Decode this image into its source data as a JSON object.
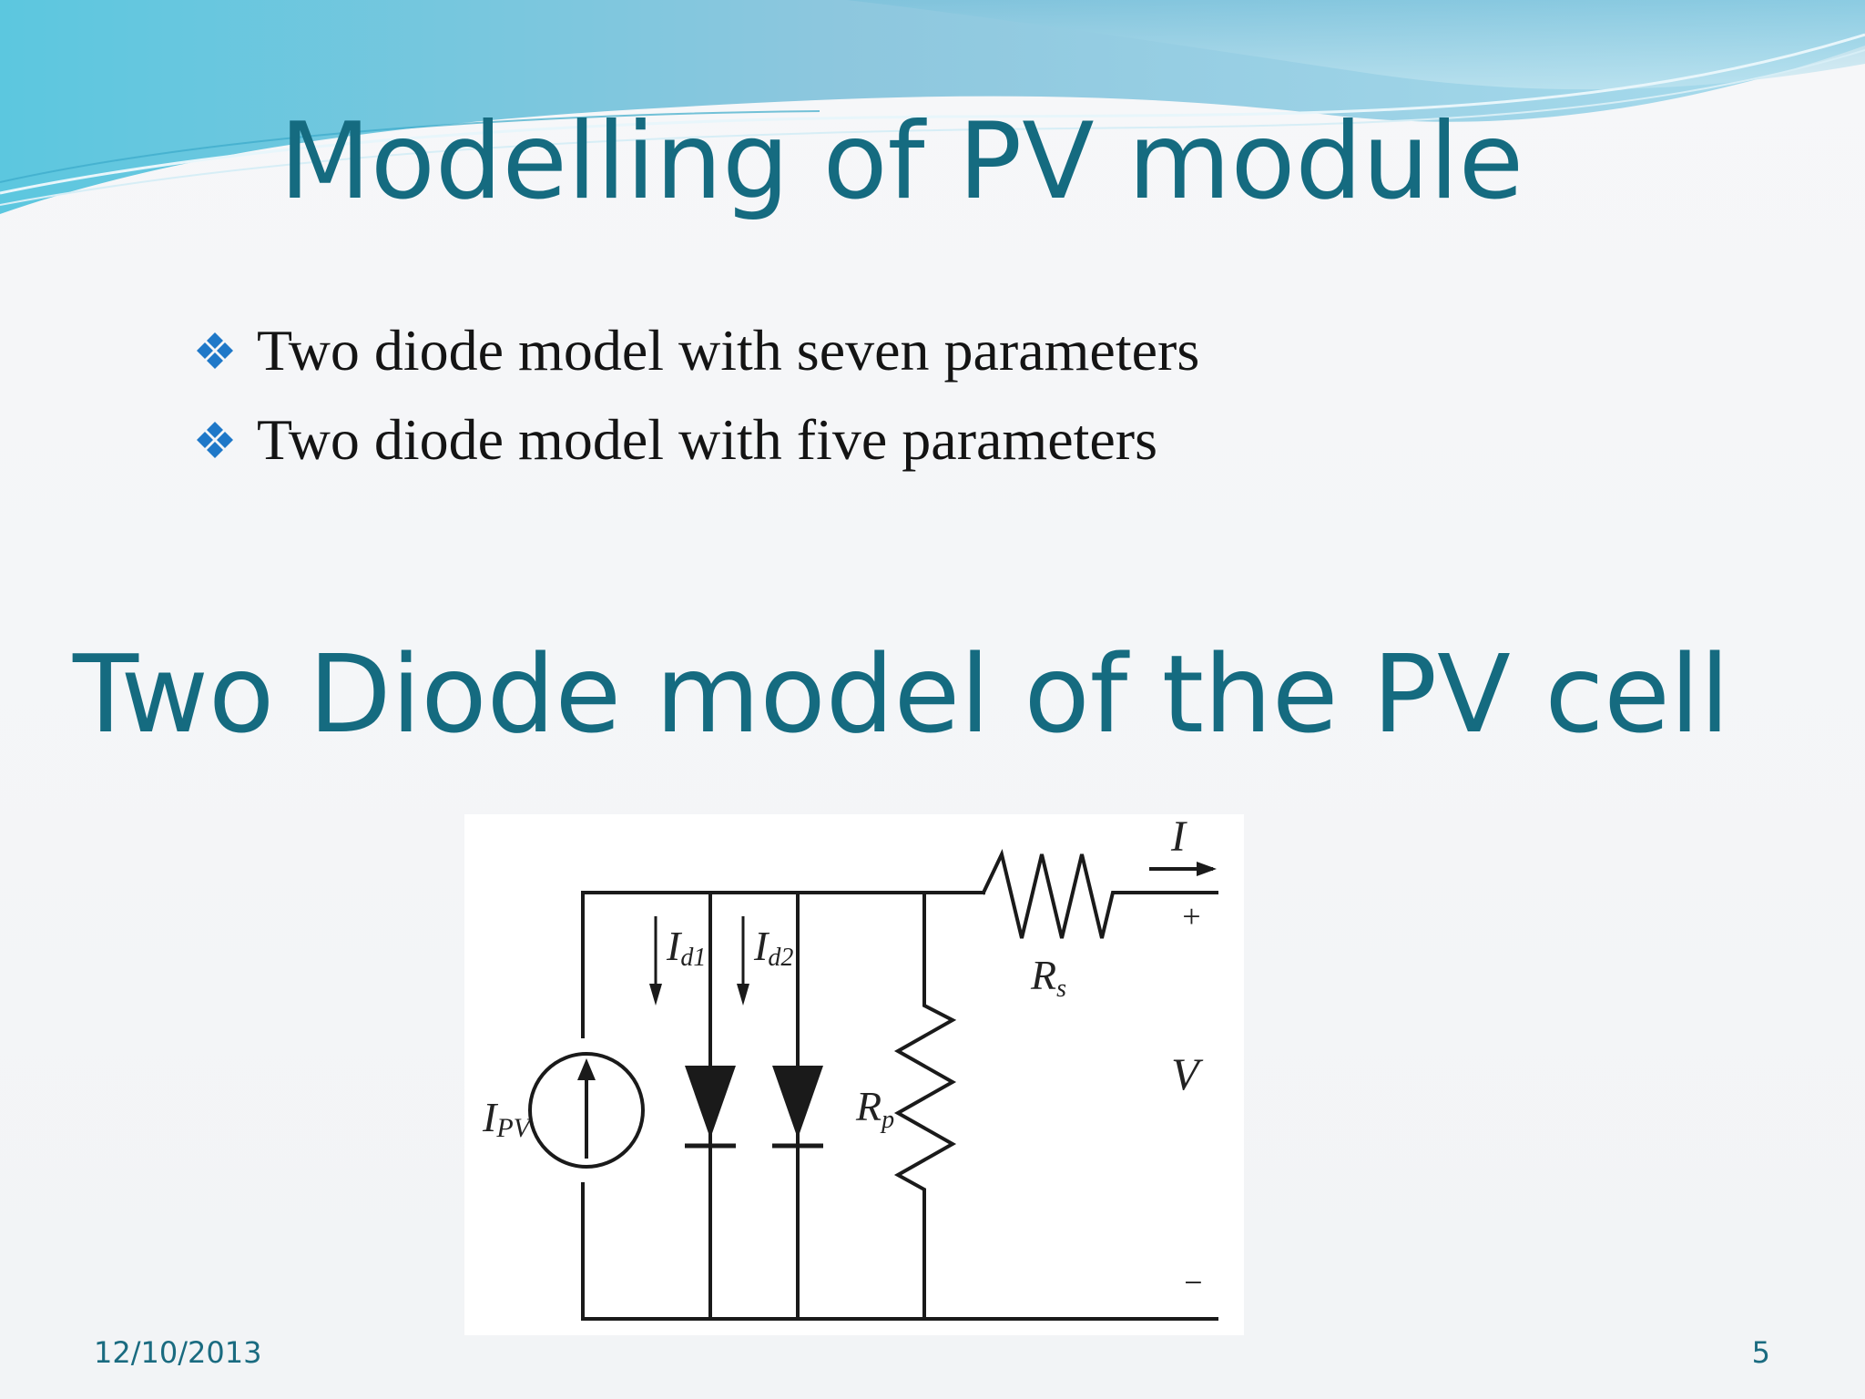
{
  "slide": {
    "title": "Modelling of PV module",
    "bullets": [
      "Two diode model with seven parameters",
      "Two diode model with five parameters"
    ],
    "subtitle": "Two Diode model of the PV cell",
    "footer": {
      "date": "12/10/2013",
      "page_number": "5"
    },
    "bullet_icon": "four-diamond-bullet-icon",
    "colors": {
      "title": "#156b80",
      "bullet_icon": "#1f78c8",
      "header_wave": "#7ccbe1"
    }
  },
  "diagram": {
    "current_source_label": "I",
    "current_source_subscript": "PV",
    "diode1_current_label": "I",
    "diode1_current_subscript": "d1",
    "diode2_current_label": "I",
    "diode2_current_subscript": "d2",
    "parallel_resistor_label": "R",
    "parallel_resistor_subscript": "p",
    "series_resistor_label": "R",
    "series_resistor_subscript": "s",
    "output_current_label": "I",
    "voltage_label": "V",
    "positive_terminal": "+",
    "negative_terminal": "−"
  }
}
